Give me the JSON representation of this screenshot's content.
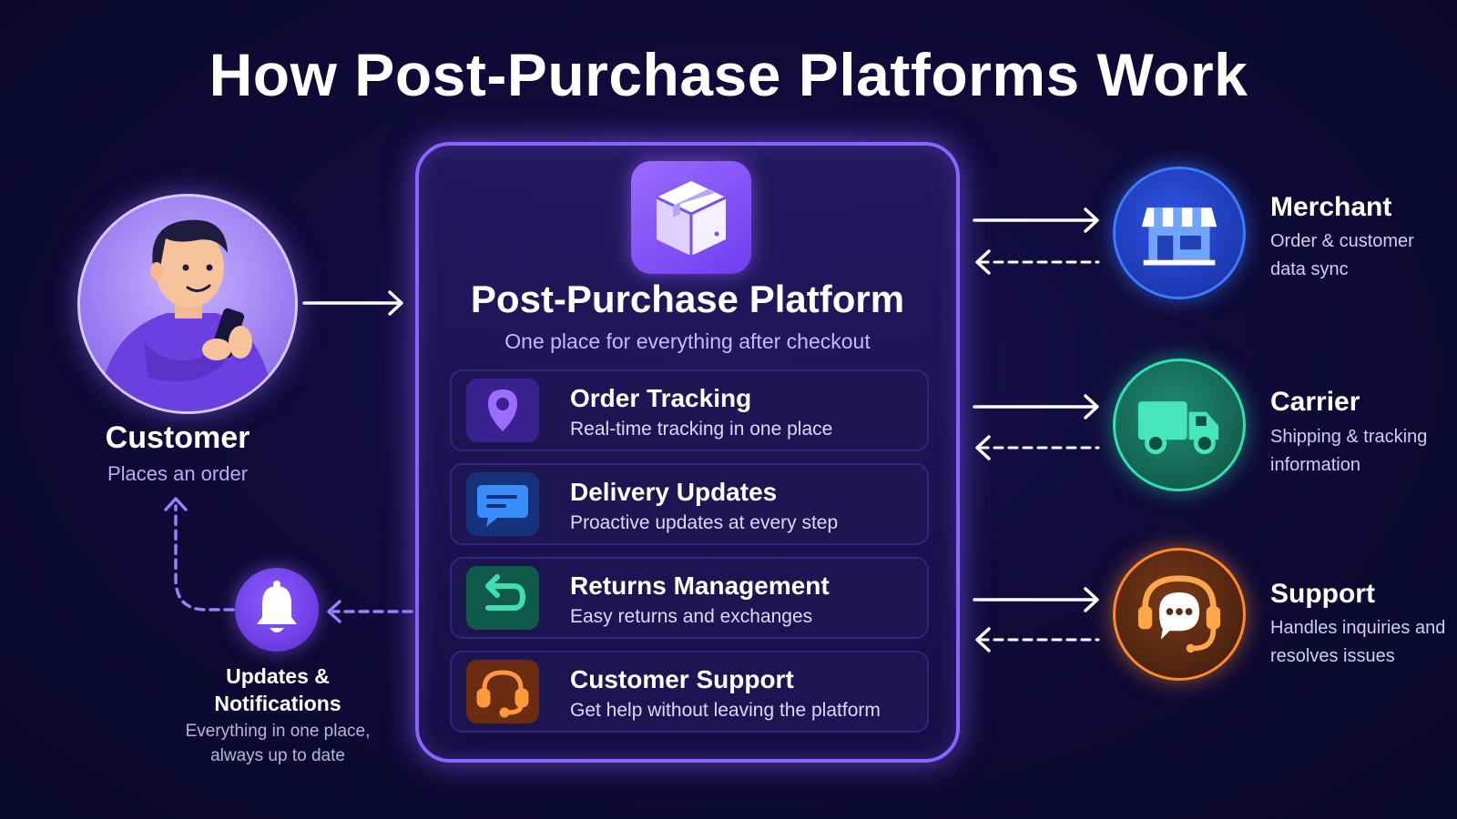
{
  "title": "How Post-Purchase Platforms Work",
  "customer": {
    "label": "Customer",
    "sublabel": "Places an order"
  },
  "platform": {
    "title": "Post-Purchase Platform",
    "subtitle": "One place for everything after checkout",
    "icon": "package-box-icon",
    "features": [
      {
        "title": "Order Tracking",
        "desc": "Real-time tracking in one place",
        "icon": "map-pin-icon",
        "color": "#6d3fe6"
      },
      {
        "title": "Delivery Updates",
        "desc": "Proactive updates at every step",
        "icon": "chat-bubble-icon",
        "color": "#2f6fe8"
      },
      {
        "title": "Returns Management",
        "desc": "Easy returns and exchanges",
        "icon": "return-arrow-icon",
        "color": "#1e8f6e"
      },
      {
        "title": "Customer Support",
        "desc": "Get help without leaving the platform",
        "icon": "headset-icon",
        "color": "#d9621e"
      }
    ]
  },
  "partners": [
    {
      "name": "Merchant",
      "desc": "Order & customer data sync",
      "icon": "storefront-icon",
      "color": "#2f5de8"
    },
    {
      "name": "Carrier",
      "desc": "Shipping & tracking information",
      "icon": "truck-icon",
      "color": "#1aa57f"
    },
    {
      "name": "Support",
      "desc": "Handles inquiries and resolves issues",
      "icon": "headset-chat-icon",
      "color": "#e07318"
    }
  ],
  "notifications": {
    "label": "Updates & Notifications",
    "desc": "Everything in one place, always up to date",
    "icon": "bell-icon"
  },
  "colors": {
    "accent": "#8b63ff",
    "background": "#100b3a"
  }
}
